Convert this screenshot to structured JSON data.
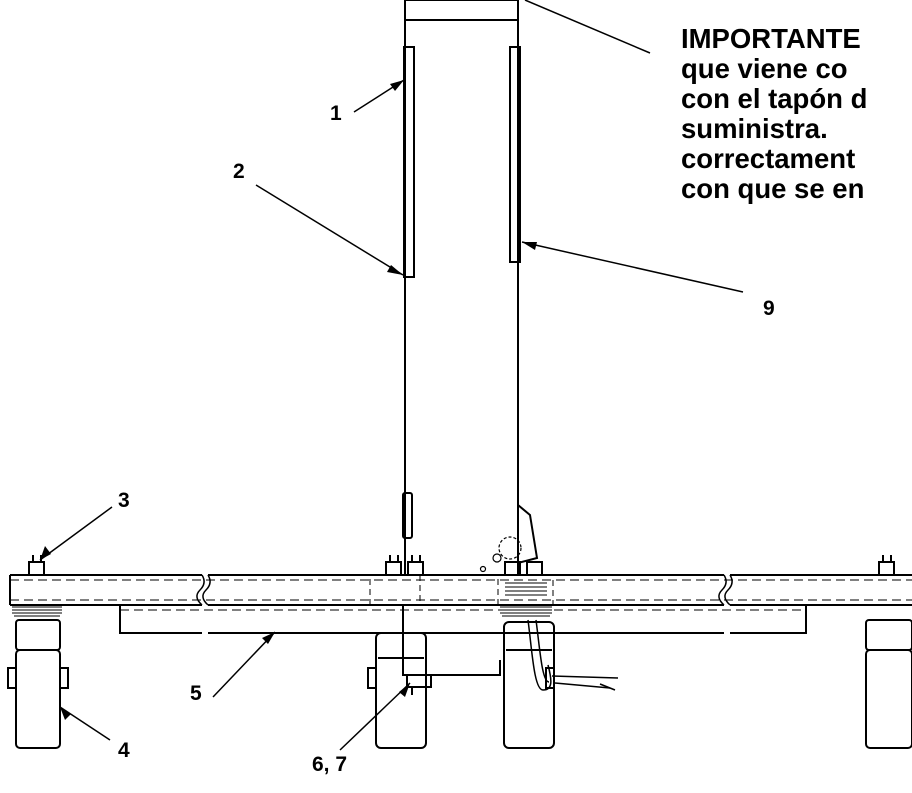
{
  "callouts": {
    "c1": "1",
    "c2": "2",
    "c3": "3",
    "c4": "4",
    "c5": "5",
    "c67": "6, 7",
    "c9": "9"
  },
  "note": {
    "lines": [
      "IMPORTANTE",
      "que viene co",
      "con el tapón d",
      "suministra.",
      "correctament",
      "con que se en"
    ]
  }
}
